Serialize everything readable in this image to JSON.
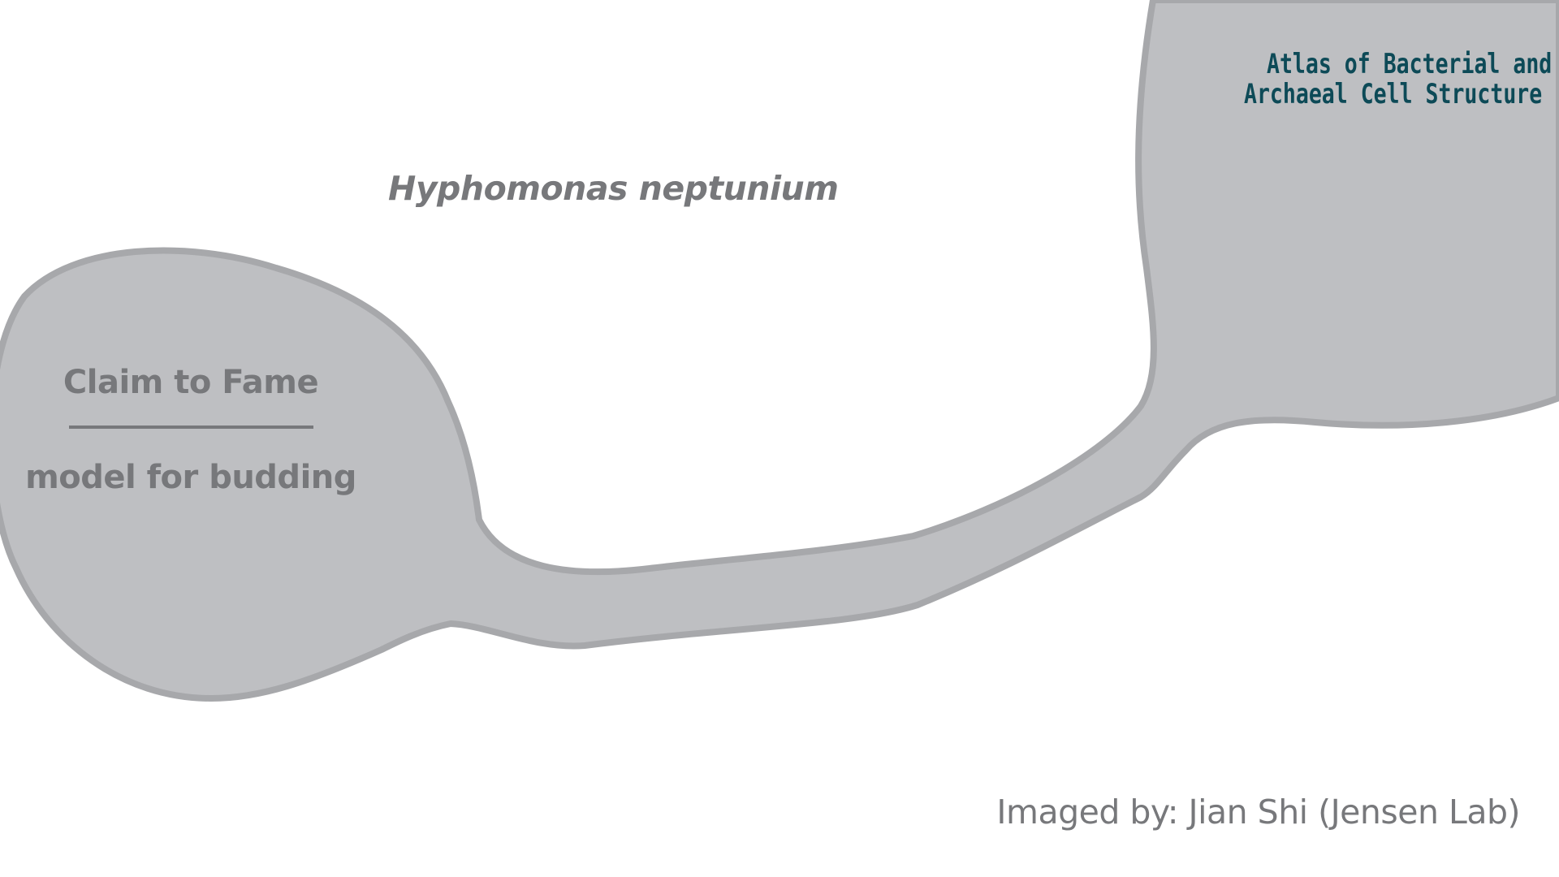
{
  "diagram": {
    "title": "Hyphomonas neptunium",
    "claim_heading": "Claim to Fame",
    "claim_text": "model for budding",
    "credit": "Imaged by: Jian Shi (Jensen Lab)"
  },
  "logo": {
    "line1": "Atlas of Bacterial and",
    "line2": "Archaeal Cell Structure"
  },
  "colors": {
    "cell_fill": "#bebfc2",
    "cell_outline": "#a7a8ab",
    "text_gray": "#77787b",
    "logo_teal": "#0d4a57"
  }
}
